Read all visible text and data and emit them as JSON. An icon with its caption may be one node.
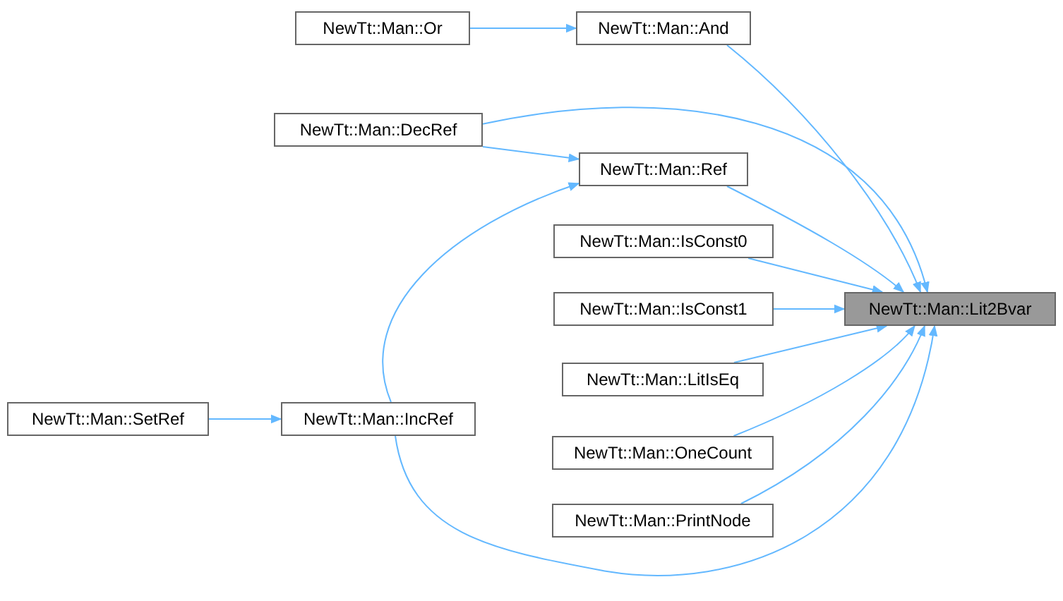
{
  "diagram": {
    "nodes": [
      {
        "text": [
          "NewTt::Man::Lit2Bvar"
        ]
      },
      {
        "text": [
          "NewTt::Man::And"
        ]
      },
      {
        "text": [
          "NewTt::Man::Or"
        ]
      },
      {
        "text": [
          "NewTt::Man::DecRef"
        ]
      },
      {
        "text": [
          "NewTt::Man::Ref"
        ]
      },
      {
        "text": [
          "NewTt::Man::IsConst0"
        ]
      },
      {
        "text": [
          "NewTt::Man::IsConst1"
        ]
      },
      {
        "text": [
          "NewTt::Man::LitIsEq"
        ]
      },
      {
        "text": [
          "NewTt::Man::OneCount"
        ]
      },
      {
        "text": [
          "NewTt::Man::PrintNode"
        ]
      },
      {
        "text": [
          "NewTt::Man::IncRef"
        ]
      },
      {
        "text": [
          "NewTt::Man::SetRef"
        ]
      }
    ],
    "edges": [
      {
        "from": 2,
        "to": 1,
        "arrow": "to"
      },
      {
        "from": 1,
        "to": 0,
        "arrow": "to"
      },
      {
        "from": 3,
        "to": 0,
        "arrow": "to"
      },
      {
        "from": 3,
        "to": 4,
        "arrow": "to"
      },
      {
        "from": 4,
        "to": 0,
        "arrow": "to"
      },
      {
        "from": 5,
        "to": 0,
        "arrow": "to"
      },
      {
        "from": 6,
        "to": 0,
        "arrow": "to"
      },
      {
        "from": 7,
        "to": 0,
        "arrow": "to"
      },
      {
        "from": 8,
        "to": 0,
        "arrow": "to"
      },
      {
        "from": 9,
        "to": 0,
        "arrow": "to"
      },
      {
        "from": 10,
        "to": 4,
        "arrow": "to"
      },
      {
        "from": 10,
        "to": 0,
        "arrow": "to"
      },
      {
        "from": 11,
        "to": 10,
        "arrow": "to"
      }
    ]
  }
}
